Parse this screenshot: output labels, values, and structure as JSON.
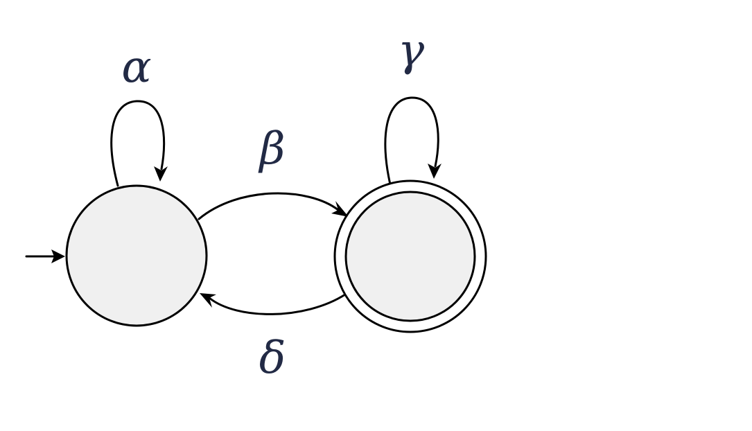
{
  "automaton": {
    "states": [
      {
        "id": "q0",
        "initial": true,
        "accepting": false
      },
      {
        "id": "q1",
        "initial": false,
        "accepting": true
      }
    ],
    "transitions": [
      {
        "from": "q0",
        "to": "q0",
        "label": "α"
      },
      {
        "from": "q0",
        "to": "q1",
        "label": "β"
      },
      {
        "from": "q1",
        "to": "q1",
        "label": "γ"
      },
      {
        "from": "q1",
        "to": "q0",
        "label": "δ"
      }
    ]
  },
  "colors": {
    "state_fill": "#f0f0f0",
    "stroke": "#000000",
    "label": "#222a45"
  }
}
